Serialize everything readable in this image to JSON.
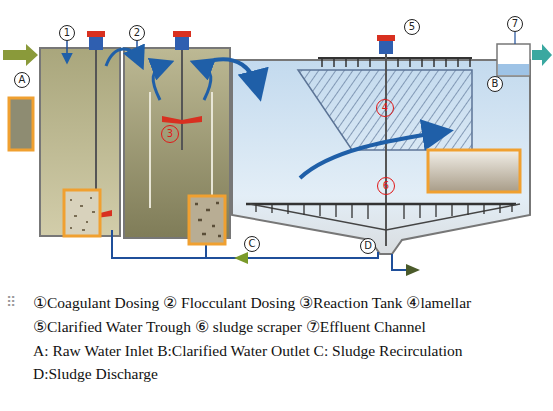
{
  "diagram": {
    "nodes": [
      {
        "text": [
          "1"
        ]
      },
      {
        "text": [
          "2"
        ]
      },
      {
        "text": [
          "5"
        ]
      },
      {
        "text": [
          "7"
        ]
      },
      {
        "text": [
          "A"
        ]
      },
      {
        "text": [
          "B"
        ]
      },
      {
        "text": [
          "4"
        ]
      },
      {
        "text": [
          "3"
        ]
      },
      {
        "text": [
          "6"
        ]
      },
      {
        "text": [
          "C"
        ]
      },
      {
        "text": [
          "D"
        ]
      }
    ],
    "labels": [
      "⠿",
      "①Coagulant Dosing ② Flocculant Dosing ③Reaction Tank ④lamellar",
      "⑤Clarified Water Trough ⑥ sludge scraper ⑦Effluent Channel",
      "A: Raw Water Inlet B:Clarified Water Outlet C: Sludge Recirculation",
      "D:Sludge Discharge"
    ]
  }
}
